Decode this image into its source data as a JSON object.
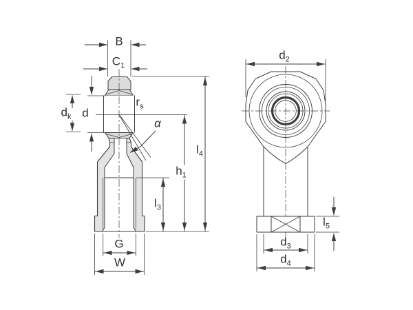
{
  "dims": {
    "B": {
      "text": "B",
      "sub": ""
    },
    "C1": {
      "text": "C",
      "sub": "1"
    },
    "dk": {
      "text": "d",
      "sub": "k"
    },
    "d": {
      "text": "d",
      "sub": ""
    },
    "rs": {
      "text": "r",
      "sub": "s"
    },
    "alpha": {
      "text": "α",
      "sub": ""
    },
    "l4": {
      "text": "l",
      "sub": "4"
    },
    "h1": {
      "text": "h",
      "sub": "1"
    },
    "l3": {
      "text": "l",
      "sub": "3"
    },
    "G": {
      "text": "G",
      "sub": ""
    },
    "W": {
      "text": "W",
      "sub": ""
    },
    "d2": {
      "text": "d",
      "sub": "2"
    },
    "d3": {
      "text": "d",
      "sub": "3"
    },
    "d4": {
      "text": "d",
      "sub": "4"
    },
    "l5": {
      "text": "l",
      "sub": "5"
    }
  },
  "colors": {
    "line": "#3d3d3d",
    "part_fill": "#e3e3e3",
    "ball_fill": "#dcdcdc",
    "background": "#ffffff"
  }
}
